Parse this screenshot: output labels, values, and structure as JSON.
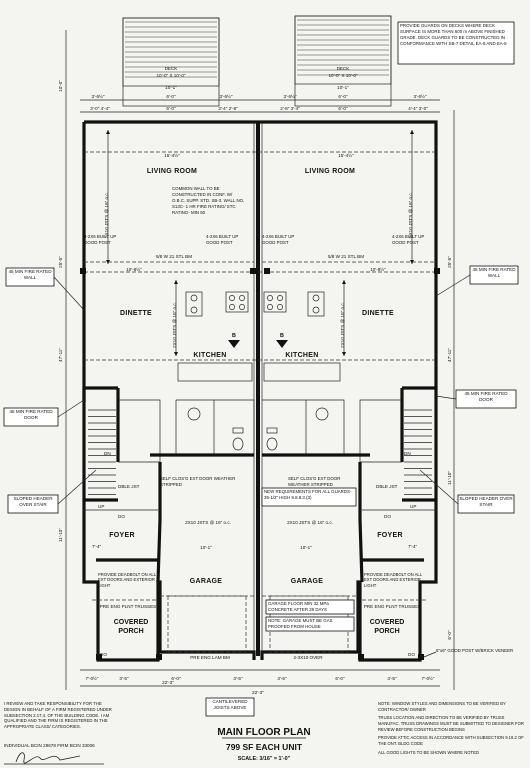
{
  "deck": {
    "labels": [
      "DECK",
      "DECK"
    ],
    "dims_top": [
      "10'-0\" X 10'-0\"",
      "10'-0\" X 10'-0\""
    ],
    "dims_bottom": [
      "10'-1\"",
      "10'-1\""
    ]
  },
  "notes": {
    "deck_guards": "PROVIDE GUARDS ON DECKS WHERE DECK SURFACE IS MORE THAN 600 m ABOVE FINISHED GRADE. DECK GUARDS TO BE CONSTRUCTED IN CONFORMANCE WITH SB-7 DETAIL EA-8 AND EA-9",
    "common_wall": "COMMON WALL TO BE CONSTRUCTED IN CONF. W/ O.B.C. SUPP. STD. SB-3. WALL NO. S13C- 1 HR FIRE RATING/ STC RATING- MIN 50",
    "self_closing": [
      "SELF CLOS'G EXT DOOR WEATHER STRIPPED",
      "SELF CLOS'G EXT DOOR WEATHER STRIPPED"
    ],
    "new_requirements": "NEW REQUIREMENTS FOR ALL GUARDS- 35-1/2\" HIGH 9.8.8.3.(3)",
    "garage_floor": "GARAGE FLOOR MIN 32 MPa CONCRETE AFTER 28 DAYS",
    "garage_gas": "NOTE: GARAGE MUST BE GAS PROOFED FROM HOUSE",
    "deadbolt": [
      "PROVIDE DEADBOLT ON ALL EXT DOORS AND EXTERIOR LIGHT",
      "PROVIDE DEADBOLT ON ALL EXT DOORS AND EXTERIOR LIGHT"
    ],
    "good_post": "6\"x6\" GOOD POST W/BRICK VENEER",
    "cantilevered": "CANTILEVERED JOISTS ABOVE",
    "review": "I REVIEW AND TAKE RESPONSIBILITY FOR THE DESIGN IN BEHALF OF A FIRM REGISTERED UNDER SUBSECTION 2.17.4. OF THE BUILDING CODE. I AM QUALIFIED AND THE FIRM IS REGISTERED IN THE APPROPRIATE CLASS/ CATEGORIES.",
    "bcin": "INDIVIDUAL BCIN 28678  FIRM BCIN 33006",
    "window_note": "NOTE: WINDOW STYLES AND DIMENSIONS TO BE VERIFIED BY CONTRACTOR/ OWNER",
    "truss_note": "TRUSS LOCATION AND DIRECTION TO BE VERIFIED BY TRUSS MANUFAC. TRUSS DRAWINGS MUST BE SUBMITTED TO DESIGNER FOR REVIEW BEFORE CONSTRUCTION BEGINS",
    "attic_note": "PROVIDE ATTIC ACCESS IN ACCORDANCE WITH SUBSECTION 9.19.2 OF THE ONT. BLDG CODE",
    "good_lights": "ALL GOOD LIGHTS TO BE SHOWN WHERE NOTED"
  },
  "callouts": {
    "fire_wall_left": "45 MIN FIRE RATED WALL",
    "fire_wall_right": "45 MIN FIRE RATED WALL",
    "fire_door_left": "45 MIN FIRE RATED DOOR",
    "fire_door_right": "45 MIN FIRE RATED DOOR",
    "sloped_left": "SLOPED HEADER OVER STAIR",
    "sloped_right": "SLOPED HEADER OVER STAIR"
  },
  "rooms": {
    "living": [
      "LIVING ROOM",
      "LIVING ROOM"
    ],
    "dinette": [
      "DINETTE",
      "DINETTE"
    ],
    "kitchen": [
      "KITCHEN",
      "KITCHEN"
    ],
    "foyer": [
      "FOYER",
      "FOYER"
    ],
    "garage": [
      "GARAGE",
      "GARAGE"
    ],
    "porch": [
      "COVERED PORCH",
      "COVERED PORCH"
    ]
  },
  "structure": {
    "joists": [
      "2X10 JSTS @ 16\" o.c.",
      "2X10 JSTS @ 16\" o.c.",
      "2X10 JSTS @ 16\" o.c.",
      "2X10 JSTS @ 16\" o.c.",
      "2X10 JSTS @ 16\" o.c.",
      "2X10 JSTS @ 16\" o.c."
    ],
    "posts": [
      "4-2X6 BUILT UP GOOD POST",
      "4-2X6 BUILT UP GOOD POST",
      "4-2X6 BUILT UP GOOD POST",
      "4-2X6 BUILT UP GOOD POST"
    ],
    "beams": [
      "5/8 W 21 STL BM",
      "5/8 W 21 STL BM"
    ],
    "trusses": [
      "PRE ENG PLNT TRUSSES",
      "PRE ENG PLNT TRUSSES"
    ],
    "garage_beams": [
      "PRE ENG LAM BM",
      "2-3X10 OVER"
    ],
    "section_marks": [
      "B",
      "B"
    ],
    "stair_labels": [
      "UP",
      "DN",
      "UP",
      "DN"
    ],
    "do_labels": [
      "DO",
      "DO",
      "DO",
      "DO"
    ],
    "dbl_labels": [
      "DBLE JST",
      "DBLE JST"
    ]
  },
  "dimensions": {
    "top_row": [
      "3'-6½\"",
      "6'-0\"",
      "3'-6½\"",
      "3'-6½\"",
      "6'-0\"",
      "3'-6½\""
    ],
    "second_row": [
      "3'-0\" 4'-4\"",
      "6'-0\"",
      "3'-4\" 2'-8\"",
      "2'-8\" 3'-4\"",
      "6'-0\"",
      "4'-4\" 3'-0\""
    ],
    "living_width": [
      "15'-4½\"",
      "15'-4½\""
    ],
    "dinette_width": [
      "10'-8½\"",
      "10'-8½\""
    ],
    "garage_width": [
      "10'-1\"",
      "10'-1\""
    ],
    "bottom_row": [
      "7'-0½\"",
      "3'-5\"",
      "6'-0\"",
      "3'-5\"",
      "3'-5\"",
      "6'-0\"",
      "3'-5\"",
      "7'-0½\""
    ],
    "overall_bottom": [
      "22'-3\"",
      "22'-3\""
    ],
    "left_side": [
      "10'-0\"",
      "25'-5\"",
      "47'-11\"",
      "11'-10\""
    ],
    "right_side": [
      "25'-5\"",
      "47'-11\"",
      "11'-10\"",
      "6'-0\""
    ],
    "stairs_depth": [
      "7'-4\"",
      "7'-4\""
    ]
  },
  "title_block": {
    "title": "MAIN FLOOR PLAN",
    "area": "799 SF EACH UNIT",
    "scale": "SCALE: 3/16\" = 1'-0\""
  }
}
